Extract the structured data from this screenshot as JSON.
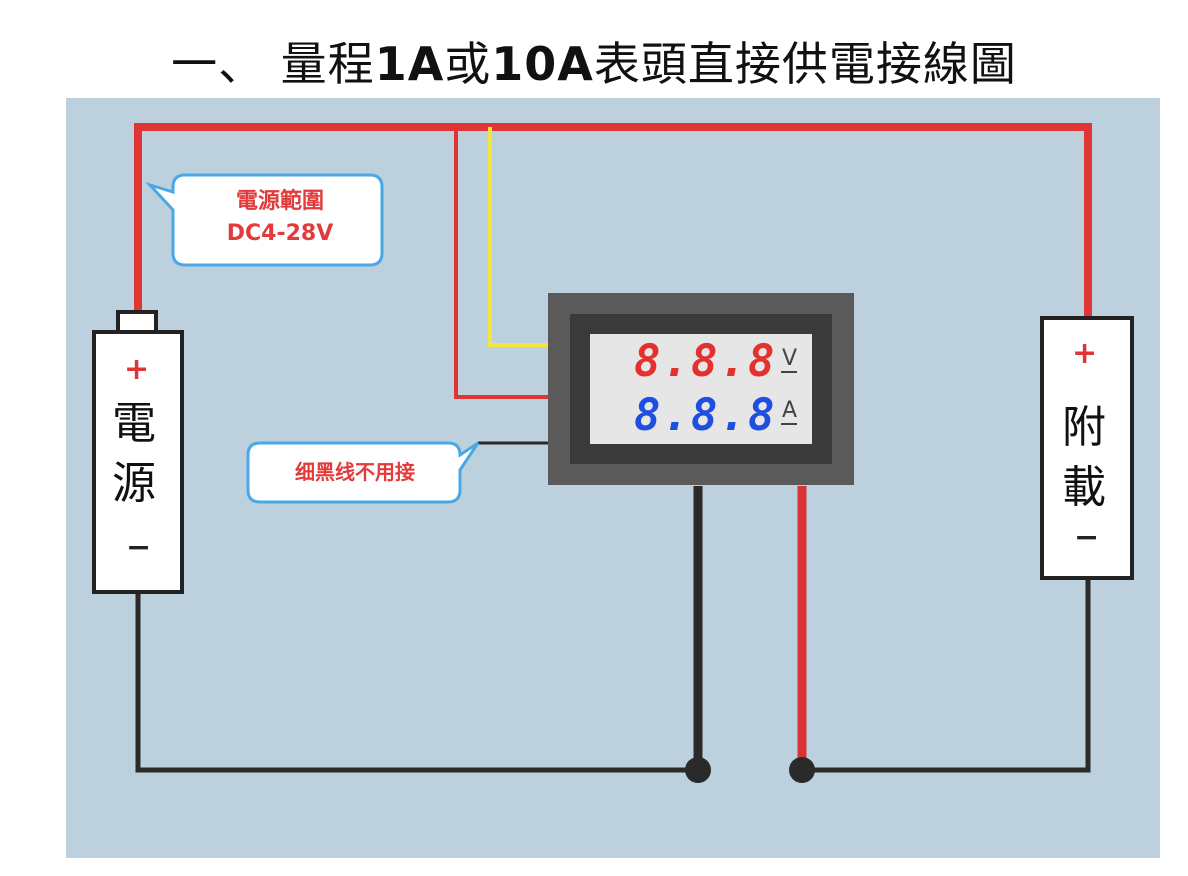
{
  "title": {
    "prefix": "一、 量程",
    "r1": "1A",
    "mid": "或",
    "r2": "10A",
    "suffix": "表頭直接供電接線圖"
  },
  "supply": {
    "plus": "+",
    "minus": "−",
    "char1": "電",
    "char2": "源"
  },
  "load": {
    "plus": "+",
    "minus": "−",
    "char1": "附",
    "char2": "載"
  },
  "callout_power": {
    "line1": "電源範圍",
    "line2": "DC4-28V"
  },
  "callout_black": {
    "text": "细黑线不用接"
  },
  "meter": {
    "voltage_digits": "8.8.8",
    "voltage_unit": "V",
    "current_digits": "8.8.8",
    "current_unit": "A"
  },
  "colors": {
    "wire_red": "#e03535",
    "wire_black": "#2a2a2a",
    "wire_yellow": "#f2e63a",
    "panel_bg": "#bdd0dd",
    "callout_border": "#4aa8e6",
    "digit_red": "#e53030",
    "digit_blue": "#1e4fe0"
  }
}
